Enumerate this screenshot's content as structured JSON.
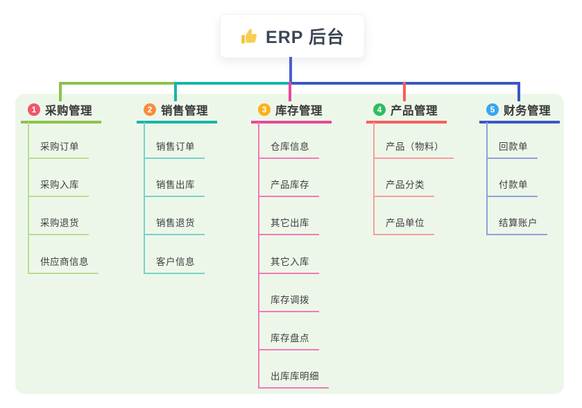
{
  "root": {
    "label": "ERP 后台",
    "icon": "thumbs-up-icon",
    "icon_color": "#f2c139"
  },
  "canvas": {
    "background": "#ffffff",
    "panel_background": "#edf7e9",
    "root_connector_color": "#4a5ed0",
    "text_color": "#3e3e3e"
  },
  "branches": [
    {
      "badge": "1",
      "badge_color": "#f1556c",
      "label": "采购管理",
      "line_color": "#8bc34a",
      "child_line_color": "#b9dd92",
      "children": [
        "采购订单",
        "采购入库",
        "采购退货",
        "供应商信息"
      ]
    },
    {
      "badge": "2",
      "badge_color": "#f98c3d",
      "label": "销售管理",
      "line_color": "#18b5aa",
      "child_line_color": "#79d1c9",
      "children": [
        "销售订单",
        "销售出库",
        "销售退货",
        "客户信息"
      ]
    },
    {
      "badge": "3",
      "badge_color": "#fbb11b",
      "label": "库存管理",
      "line_color": "#e8479b",
      "child_line_color": "#f27ab7",
      "children": [
        "仓库信息",
        "产品库存",
        "其它出库",
        "其它入库",
        "库存调拨",
        "库存盘点",
        "出库库明细"
      ]
    },
    {
      "badge": "4",
      "badge_color": "#2ebd62",
      "label": "产品管理",
      "line_color": "#f95d5d",
      "child_line_color": "#f89d9d",
      "children": [
        "产品（物料）",
        "产品分类",
        "产品单位"
      ]
    },
    {
      "badge": "5",
      "badge_color": "#38a6ef",
      "label": "财务管理",
      "line_color": "#3a57c6",
      "child_line_color": "#8ea1dc",
      "children": [
        "回款单",
        "付款单",
        "结算账户"
      ]
    }
  ]
}
